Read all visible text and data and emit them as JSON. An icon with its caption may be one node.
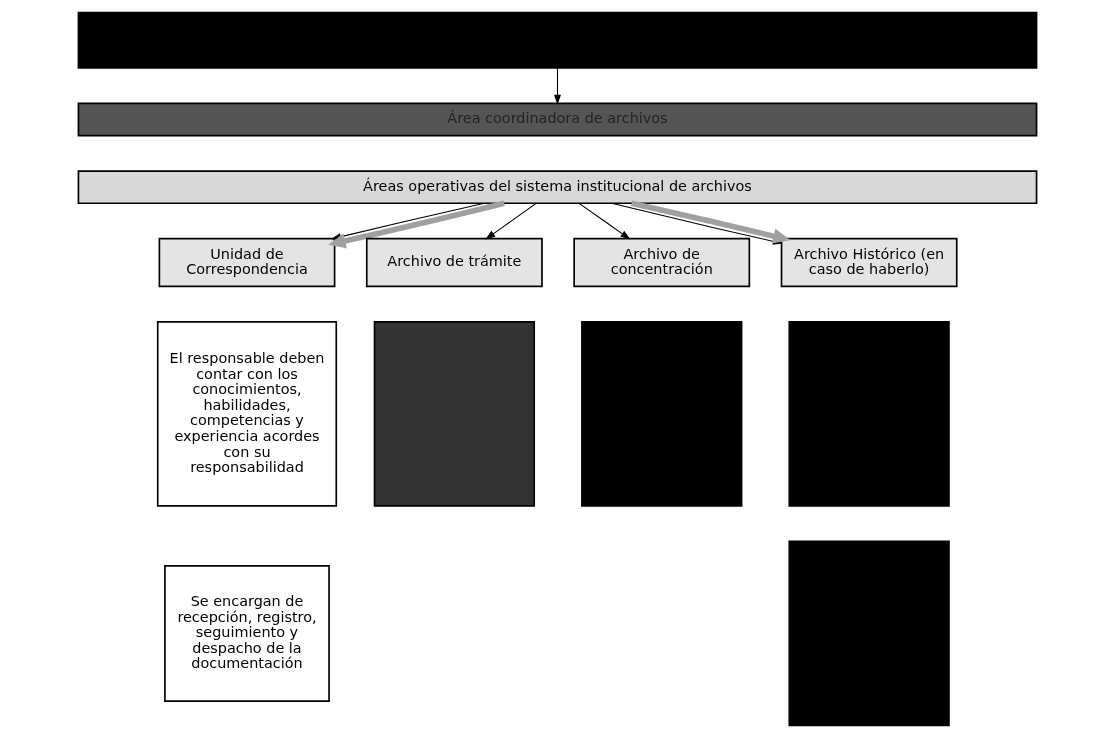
{
  "diagram": {
    "nodes": [
      {
        "text": [],
        "shape": "box"
      },
      {
        "text": [
          "Área coordinadora de archivos"
        ]
      },
      {
        "text": [
          "Áreas operativas del sistema institucional de archivos"
        ]
      },
      {
        "text": [
          "Unidad de Correspondencia"
        ]
      },
      {
        "text": [
          "Archivo de trámite"
        ]
      },
      {
        "text": [
          "Archivo de concentración"
        ]
      },
      {
        "text": [
          "Archivo Histórico (en caso de haberlo)"
        ]
      },
      {
        "text": [
          "El responsable deben contar con los conocimientos, habilidades, competencias y experiencia acordes con su responsabilidad"
        ]
      },
      {
        "text": [],
        "shape": "box"
      },
      {
        "text": [],
        "shape": "box"
      },
      {
        "text": [],
        "shape": "box"
      },
      {
        "text": [
          "Se encargan de recepción, registro, seguimiento y despacho de la documentación"
        ]
      },
      {
        "text": [],
        "shape": "box"
      }
    ],
    "edges": [
      {
        "from": 0,
        "to": 1,
        "arrow": "to"
      },
      {
        "from": 2,
        "to": 3,
        "arrow": "to"
      },
      {
        "from": 2,
        "to": 4,
        "arrow": "to"
      },
      {
        "from": 2,
        "to": 5,
        "arrow": "to"
      },
      {
        "from": 2,
        "to": 6,
        "arrow": "to"
      },
      {
        "from": 2,
        "to": 3,
        "arrow": "to",
        "style": "thick",
        "color": "#a0a0a0"
      },
      {
        "from": 2,
        "to": 6,
        "arrow": "to",
        "style": "thick",
        "color": "#a0a0a0"
      }
    ]
  }
}
